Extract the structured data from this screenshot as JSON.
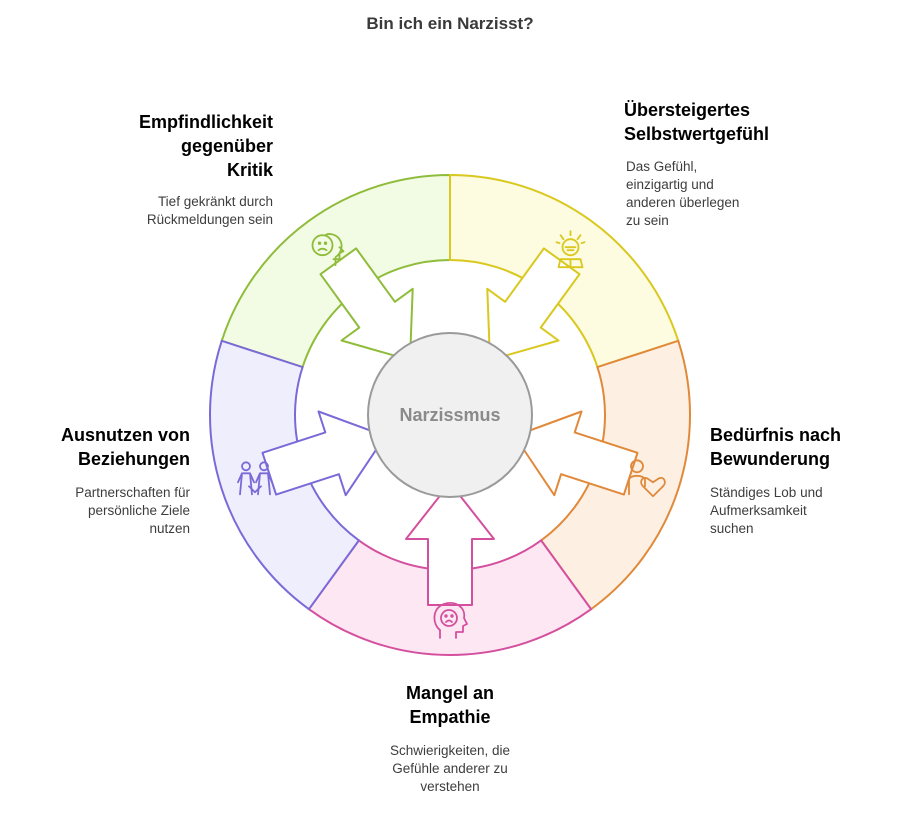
{
  "title": "Bin ich ein Narzisst?",
  "center_label": "Narzissmus",
  "segments": [
    {
      "id": "kritik",
      "title_lines": [
        "Empfindlichkeit",
        "gegenüber",
        "Kritik"
      ],
      "desc_lines": [
        "Tief gekränkt durch",
        "Rückmeldungen sein"
      ],
      "color": "#8fbc3a",
      "fill": "#f2fbe3",
      "icon": "sad-face-head-icon"
    },
    {
      "id": "selbstwert",
      "title_lines": [
        "Übersteigertes",
        "Selbstwertgefühl"
      ],
      "desc_lines": [
        "Das Gefühl,",
        "einzigartig und",
        "anderen überlegen",
        "zu sein"
      ],
      "color": "#d9c81e",
      "fill": "#fdfbe0",
      "icon": "proud-person-icon"
    },
    {
      "id": "bewunderung",
      "title_lines": [
        "Bedürfnis nach",
        "Bewunderung"
      ],
      "desc_lines": [
        "Ständiges Lob und",
        "Aufmerksamkeit",
        "suchen"
      ],
      "color": "#e0893a",
      "fill": "#fdf0e3",
      "icon": "person-heart-icon"
    },
    {
      "id": "empathie",
      "title_lines": [
        "Mangel an",
        "Empathie"
      ],
      "desc_lines": [
        "Schwierigkeiten, die",
        "Gefühle anderer zu",
        "verstehen"
      ],
      "color": "#d4509e",
      "fill": "#fde7f3",
      "icon": "sad-face-head-icon"
    },
    {
      "id": "beziehungen",
      "title_lines": [
        "Ausnutzen von",
        "Beziehungen"
      ],
      "desc_lines": [
        "Partnerschaften für",
        "persönliche Ziele",
        "nutzen"
      ],
      "color": "#7a6ad8",
      "fill": "#efeefd",
      "icon": "people-connected-icon"
    }
  ]
}
